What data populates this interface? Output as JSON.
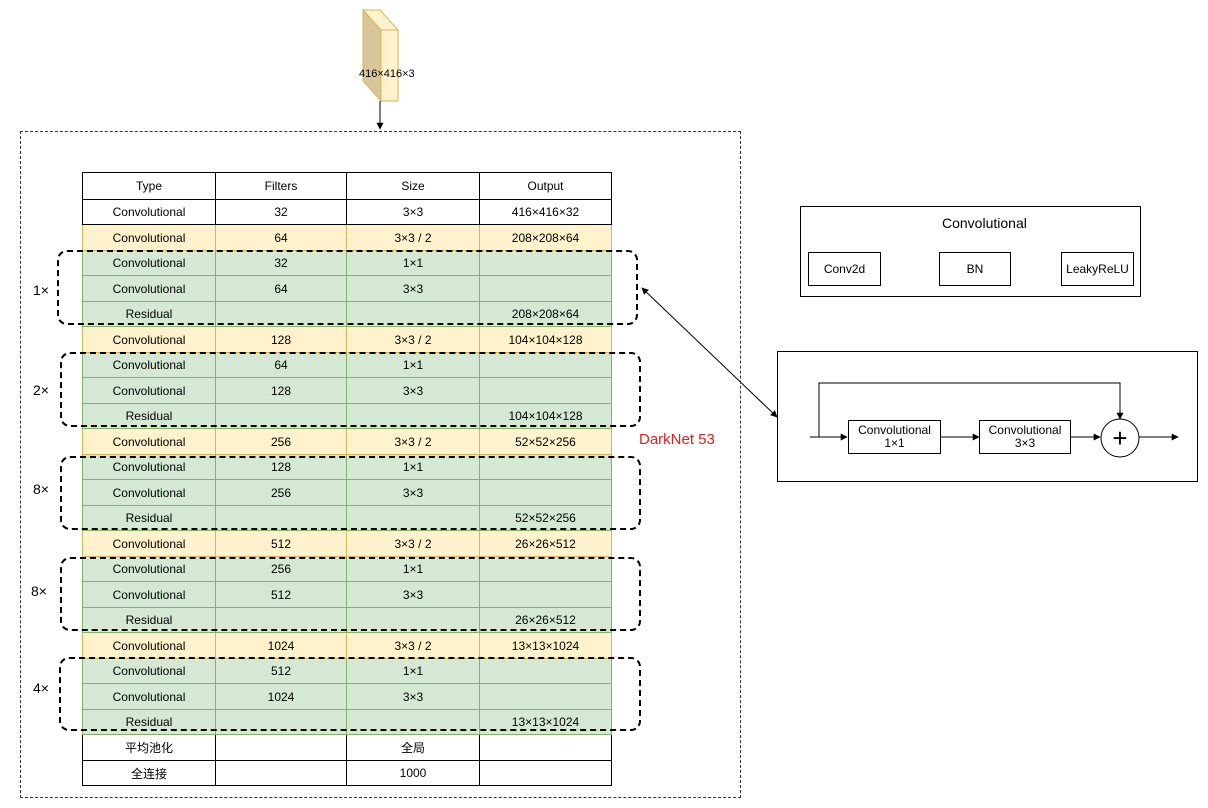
{
  "input": {
    "label": "416×416×3"
  },
  "darknet_title": "DarkNet 53",
  "table": {
    "headers": [
      "Type",
      "Filters",
      "Size",
      "Output"
    ],
    "rows": [
      {
        "kind": "plain",
        "cells": [
          "Convolutional",
          "32",
          "3×3",
          "416×416×32"
        ]
      },
      {
        "kind": "conv",
        "cells": [
          "Convolutional",
          "64",
          "3×3 / 2",
          "208×208×64"
        ]
      },
      {
        "kind": "res",
        "cells": [
          "Convolutional",
          "32",
          "1×1",
          ""
        ]
      },
      {
        "kind": "res",
        "cells": [
          "Convolutional",
          "64",
          "3×3",
          ""
        ]
      },
      {
        "kind": "res",
        "cells": [
          "Residual",
          "",
          "",
          "208×208×64"
        ]
      },
      {
        "kind": "conv",
        "cells": [
          "Convolutional",
          "128",
          "3×3 / 2",
          "104×104×128"
        ]
      },
      {
        "kind": "res",
        "cells": [
          "Convolutional",
          "64",
          "1×1",
          ""
        ]
      },
      {
        "kind": "res",
        "cells": [
          "Convolutional",
          "128",
          "3×3",
          ""
        ]
      },
      {
        "kind": "res",
        "cells": [
          "Residual",
          "",
          "",
          "104×104×128"
        ]
      },
      {
        "kind": "conv",
        "cells": [
          "Convolutional",
          "256",
          "3×3 / 2",
          "52×52×256"
        ]
      },
      {
        "kind": "res",
        "cells": [
          "Convolutional",
          "128",
          "1×1",
          ""
        ]
      },
      {
        "kind": "res",
        "cells": [
          "Convolutional",
          "256",
          "3×3",
          ""
        ]
      },
      {
        "kind": "res",
        "cells": [
          "Residual",
          "",
          "",
          "52×52×256"
        ]
      },
      {
        "kind": "conv",
        "cells": [
          "Convolutional",
          "512",
          "3×3 / 2",
          "26×26×512"
        ]
      },
      {
        "kind": "res",
        "cells": [
          "Convolutional",
          "256",
          "1×1",
          ""
        ]
      },
      {
        "kind": "res",
        "cells": [
          "Convolutional",
          "512",
          "3×3",
          ""
        ]
      },
      {
        "kind": "res",
        "cells": [
          "Residual",
          "",
          "",
          "26×26×512"
        ]
      },
      {
        "kind": "conv",
        "cells": [
          "Convolutional",
          "1024",
          "3×3 / 2",
          "13×13×1024"
        ]
      },
      {
        "kind": "res",
        "cells": [
          "Convolutional",
          "512",
          "1×1",
          ""
        ]
      },
      {
        "kind": "res",
        "cells": [
          "Convolutional",
          "1024",
          "3×3",
          ""
        ]
      },
      {
        "kind": "res",
        "cells": [
          "Residual",
          "",
          "",
          "13×13×1024"
        ]
      },
      {
        "kind": "plain",
        "cells": [
          "平均池化",
          "",
          "全局",
          ""
        ]
      },
      {
        "kind": "plain",
        "cells": [
          "全连接",
          "",
          "1000",
          ""
        ]
      }
    ]
  },
  "repeat_labels": [
    "1×",
    "2×",
    "8×",
    "8×",
    "4×"
  ],
  "conv_panel": {
    "title": "Convolutional",
    "nodes": [
      "Conv2d",
      "BN",
      "LeakyReLU"
    ]
  },
  "residual_panel": {
    "node1": {
      "line1": "Convolutional",
      "line2": "1×1"
    },
    "node2": {
      "line1": "Convolutional",
      "line2": "3×3"
    },
    "add_symbol": "+"
  }
}
